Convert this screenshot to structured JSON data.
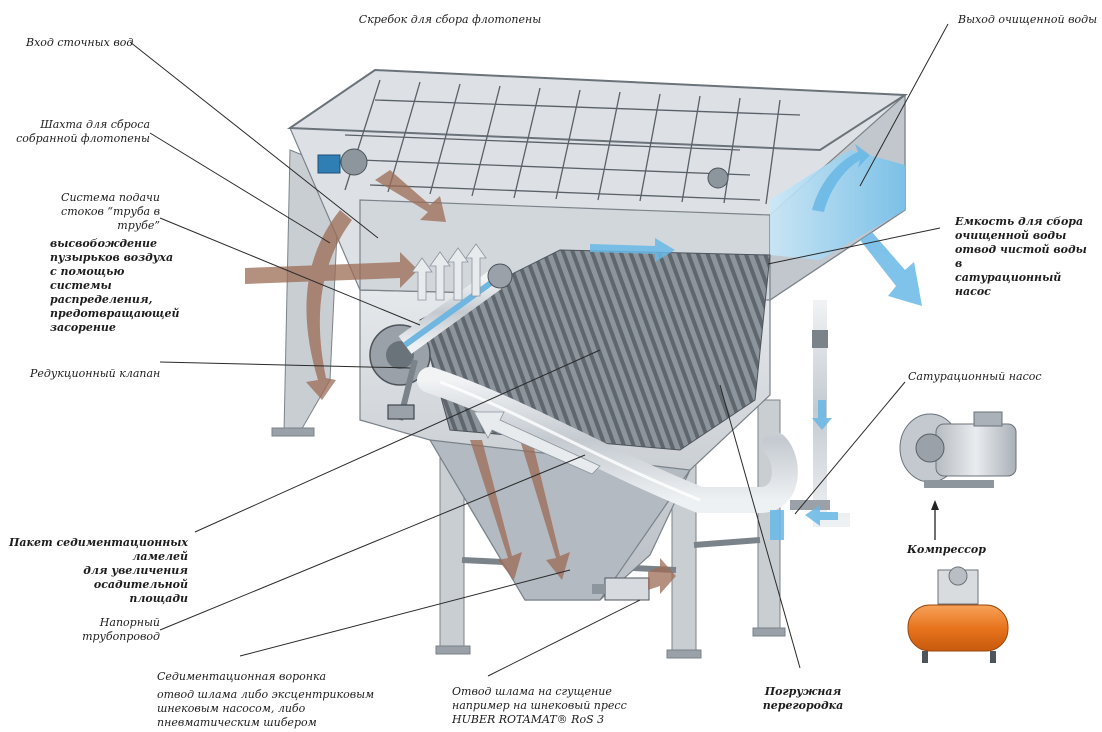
{
  "labels": {
    "scraper": "Скребок для сбора флотопены",
    "inlet": "Вход сточных вод",
    "shaft": "Шахта для сброса\nсобранной флотопены",
    "feed_system": "Система подачи\nстоков “труба в\nтрубе”",
    "bubbles": "высвобождение\nпузырьков воздуха\nс помощью\nсистемы\nраспределения,\nпредотвращающей\nзасорение",
    "reduction_valve": "Редукционный клапан",
    "lamella_pack": "Пакет седиментационных\nламелей\nдля увеличения осадительной\nплощади",
    "pressure_pipe": "Напорный\nтрубопровод",
    "funnel_title": "Седиментационная воронка",
    "funnel_desc": "отвод шлама либо эксцентриковым\nшнековым насосом, либо\nпневматическим шибером",
    "sludge": "Отвод шлама на сгущение\nнапример на шнековый пресс\nHUBER ROTAMAT® RoS 3",
    "baffle": "Погружная\nперегородка",
    "clean_water_out": "Выход очищенной воды",
    "clean_tank": "Емкость для сбора\nочищенной воды\nотвод чистой воды в\nсатурационный насос",
    "saturation_pump": "Сатурационный насос",
    "compressor": "Компрессор"
  },
  "colors": {
    "steel": "#c9ced3",
    "steel_dark": "#8c949c",
    "water_blue": "#7ec3ea",
    "sludge_brown": "#9c6b55",
    "leader": "#2a2a2a",
    "tank_orange": "#e8741c"
  }
}
